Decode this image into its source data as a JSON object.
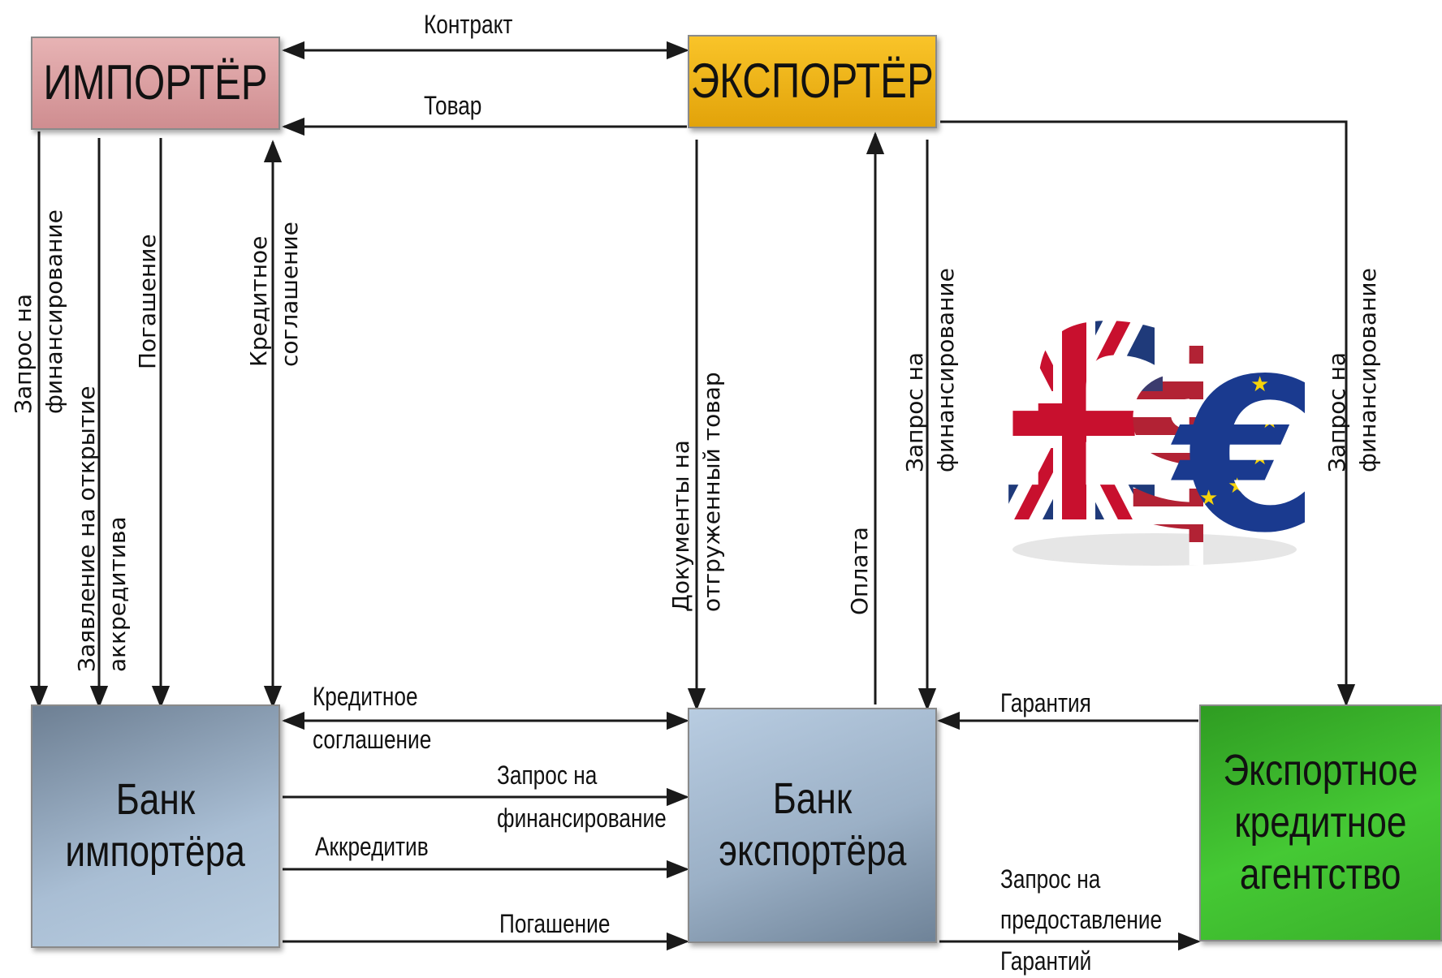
{
  "nodes": {
    "importer": "ИМПОРТЁР",
    "exporter": "ЭКСПОРТЁР",
    "importer_bank": [
      "Банк",
      "импортёра"
    ],
    "exporter_bank": [
      "Банк",
      "экспортёра"
    ],
    "eca": [
      "Экспортное",
      "кредитное",
      "агентство"
    ]
  },
  "labels": {
    "contract": "Контракт",
    "goods": "Товар",
    "credit_agreement_h": [
      "Кредитное",
      "соглашение"
    ],
    "financing_request_h": [
      "Запрос на",
      "финансирование"
    ],
    "letter_of_credit": "Аккредитив",
    "repayment_h": "Погашение",
    "guarantee": "Гарантия",
    "guarantee_request": [
      "Запрос на",
      "предоставление",
      "Гарантий"
    ],
    "v_financing_request_1": [
      "Запрос на",
      "финансирование"
    ],
    "v_lc_application": [
      "Заявление на открытие",
      "аккредитива"
    ],
    "v_repayment": "Погашение",
    "v_credit_agreement": [
      "Кредитное",
      "соглашение"
    ],
    "v_documents": [
      "Документы на",
      "отгруженный товар"
    ],
    "v_payment": "Оплата",
    "v_financing_request_2": [
      "Запрос на",
      "финансирование"
    ],
    "v_financing_request_3": [
      "Запрос на",
      "финансирование"
    ]
  },
  "colors": {
    "importer": "#d99a9c",
    "exporter": "#f2b418",
    "bank": "#9fb4ca",
    "eca": "#3bbd2c",
    "arrow": "#1a1a1a"
  },
  "decor": "currency-symbols-flags-icon"
}
